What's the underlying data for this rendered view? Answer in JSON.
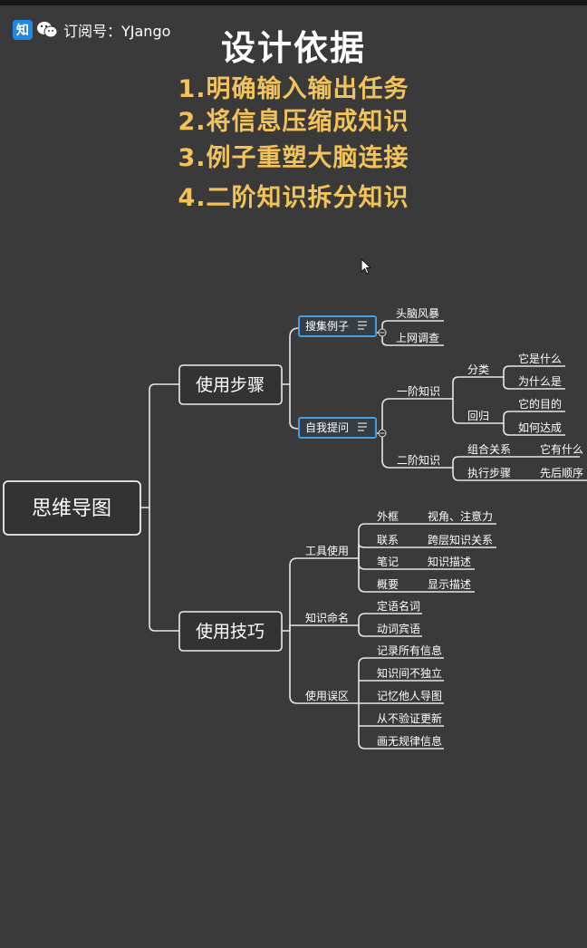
{
  "header": {
    "platform_icon": "zhihu-icon",
    "wechat_icon": "wechat-icon",
    "subscription": "订阅号：YJango"
  },
  "title": "设计依据",
  "basis": [
    "1.明确输入输出任务",
    "2.将信息压缩成知识",
    "3.例子重塑大脑连接",
    "4.二阶知识拆分知识"
  ],
  "mindmap": {
    "root": "思维导图",
    "steps": {
      "label": "使用步骤",
      "collect_examples": {
        "label": "搜集例子",
        "items": [
          "头脑风暴",
          "上网调查"
        ]
      },
      "self_question": {
        "label": "自我提问",
        "first_order": {
          "label": "一阶知识",
          "classify": {
            "label": "分类",
            "items": [
              "它是什么",
              "为什么是"
            ]
          },
          "induce": {
            "label": "回归",
            "items": [
              "它的目的",
              "如何达成"
            ]
          }
        },
        "second_order": {
          "label": "二阶知识",
          "combine": {
            "label": "组合关系",
            "item": "它有什么"
          },
          "execute": {
            "label": "执行步骤",
            "item": "先后顺序"
          }
        }
      }
    },
    "tips": {
      "label": "使用技巧",
      "tool_use": {
        "label": "工具使用",
        "rows": [
          {
            "key": "外框",
            "value": "视角、注意力"
          },
          {
            "key": "联系",
            "value": "跨层知识关系"
          },
          {
            "key": "笔记",
            "value": "知识描述"
          },
          {
            "key": "概要",
            "value": "显示描述"
          }
        ]
      },
      "naming": {
        "label": "知识命名",
        "items": [
          "定语名词",
          "动词宾语"
        ]
      },
      "mistakes": {
        "label": "使用误区",
        "items": [
          "记录所有信息",
          "知识间不独立",
          "记忆他人导图",
          "从不验证更新",
          "画无规律信息"
        ]
      }
    }
  }
}
